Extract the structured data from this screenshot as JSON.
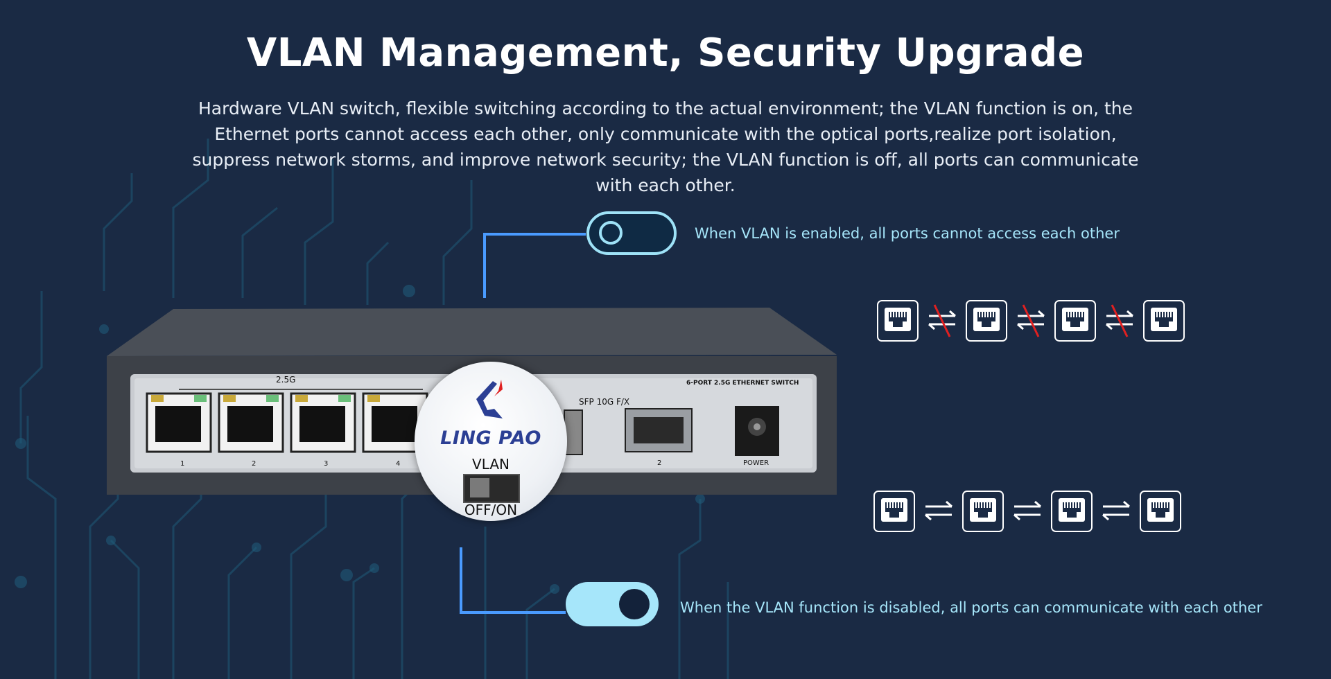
{
  "header": {
    "title": "VLAN Management, Security Upgrade",
    "description": "Hardware VLAN switch, flexible switching according to the actual environment; the VLAN function is on, the Ethernet ports cannot access each other, only communicate with the optical ports,realize port isolation, suppress network storms, and improve network security; the VLAN function is off, all ports can communicate with each other."
  },
  "vlan_on": {
    "caption": "When VLAN is enabled, all ports cannot access each other",
    "state": "on"
  },
  "vlan_off": {
    "caption": "When the VLAN function is disabled, all ports can communicate with each other",
    "state": "off"
  },
  "device": {
    "group_label": "2.5G",
    "model_label": "6-PORT 2.5G ETHERNET SWITCH",
    "sfp_label": "SFP  10G  F/X",
    "port_numbers": [
      "1",
      "2",
      "3",
      "4"
    ],
    "sfp_port_number": "2",
    "power_label": "POWER",
    "brand": "LING PAO",
    "vlan_label": "VLAN",
    "switch_label": "OFF/ON"
  },
  "colors": {
    "background": "#1a2a44",
    "accent_cyan": "#a6e6fa",
    "lead_blue": "#4a9bff",
    "blocked_red": "#e02020",
    "brand_blue": "#2b3f94"
  },
  "icons": {
    "port": "ethernet-port-icon",
    "bidirectional": "bidirectional-arrows-icon",
    "blocked": "blocked-arrows-icon"
  }
}
